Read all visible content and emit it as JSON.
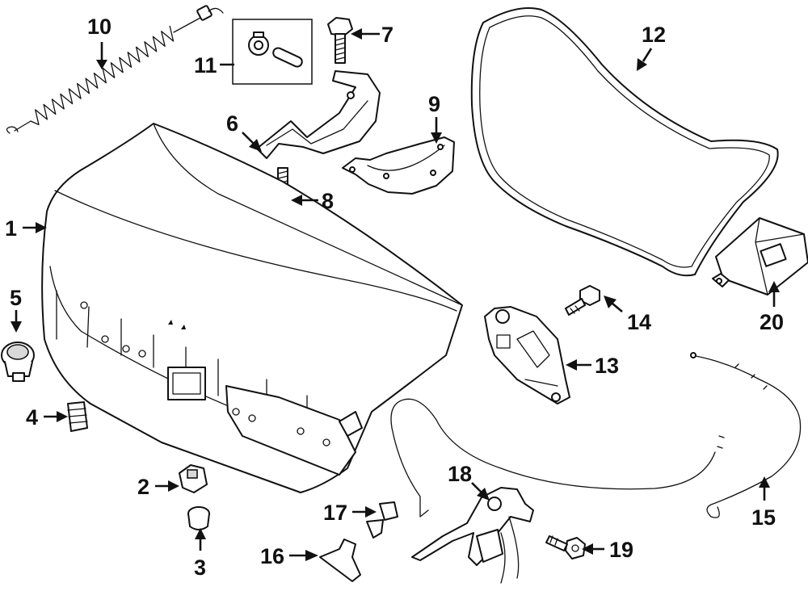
{
  "callouts": [
    {
      "id": "c1",
      "number": "1"
    },
    {
      "id": "c2",
      "number": "2"
    },
    {
      "id": "c3",
      "number": "3"
    },
    {
      "id": "c4",
      "number": "4"
    },
    {
      "id": "c5",
      "number": "5"
    },
    {
      "id": "c6",
      "number": "6"
    },
    {
      "id": "c7",
      "number": "7"
    },
    {
      "id": "c8",
      "number": "8"
    },
    {
      "id": "c9",
      "number": "9"
    },
    {
      "id": "c10",
      "number": "10"
    },
    {
      "id": "c11",
      "number": "11"
    },
    {
      "id": "c12",
      "number": "12"
    },
    {
      "id": "c13",
      "number": "13"
    },
    {
      "id": "c14",
      "number": "14"
    },
    {
      "id": "c15",
      "number": "15"
    },
    {
      "id": "c16",
      "number": "16"
    },
    {
      "id": "c17",
      "number": "17"
    },
    {
      "id": "c18",
      "number": "18"
    },
    {
      "id": "c19",
      "number": "19"
    },
    {
      "id": "c20",
      "number": "20"
    }
  ]
}
